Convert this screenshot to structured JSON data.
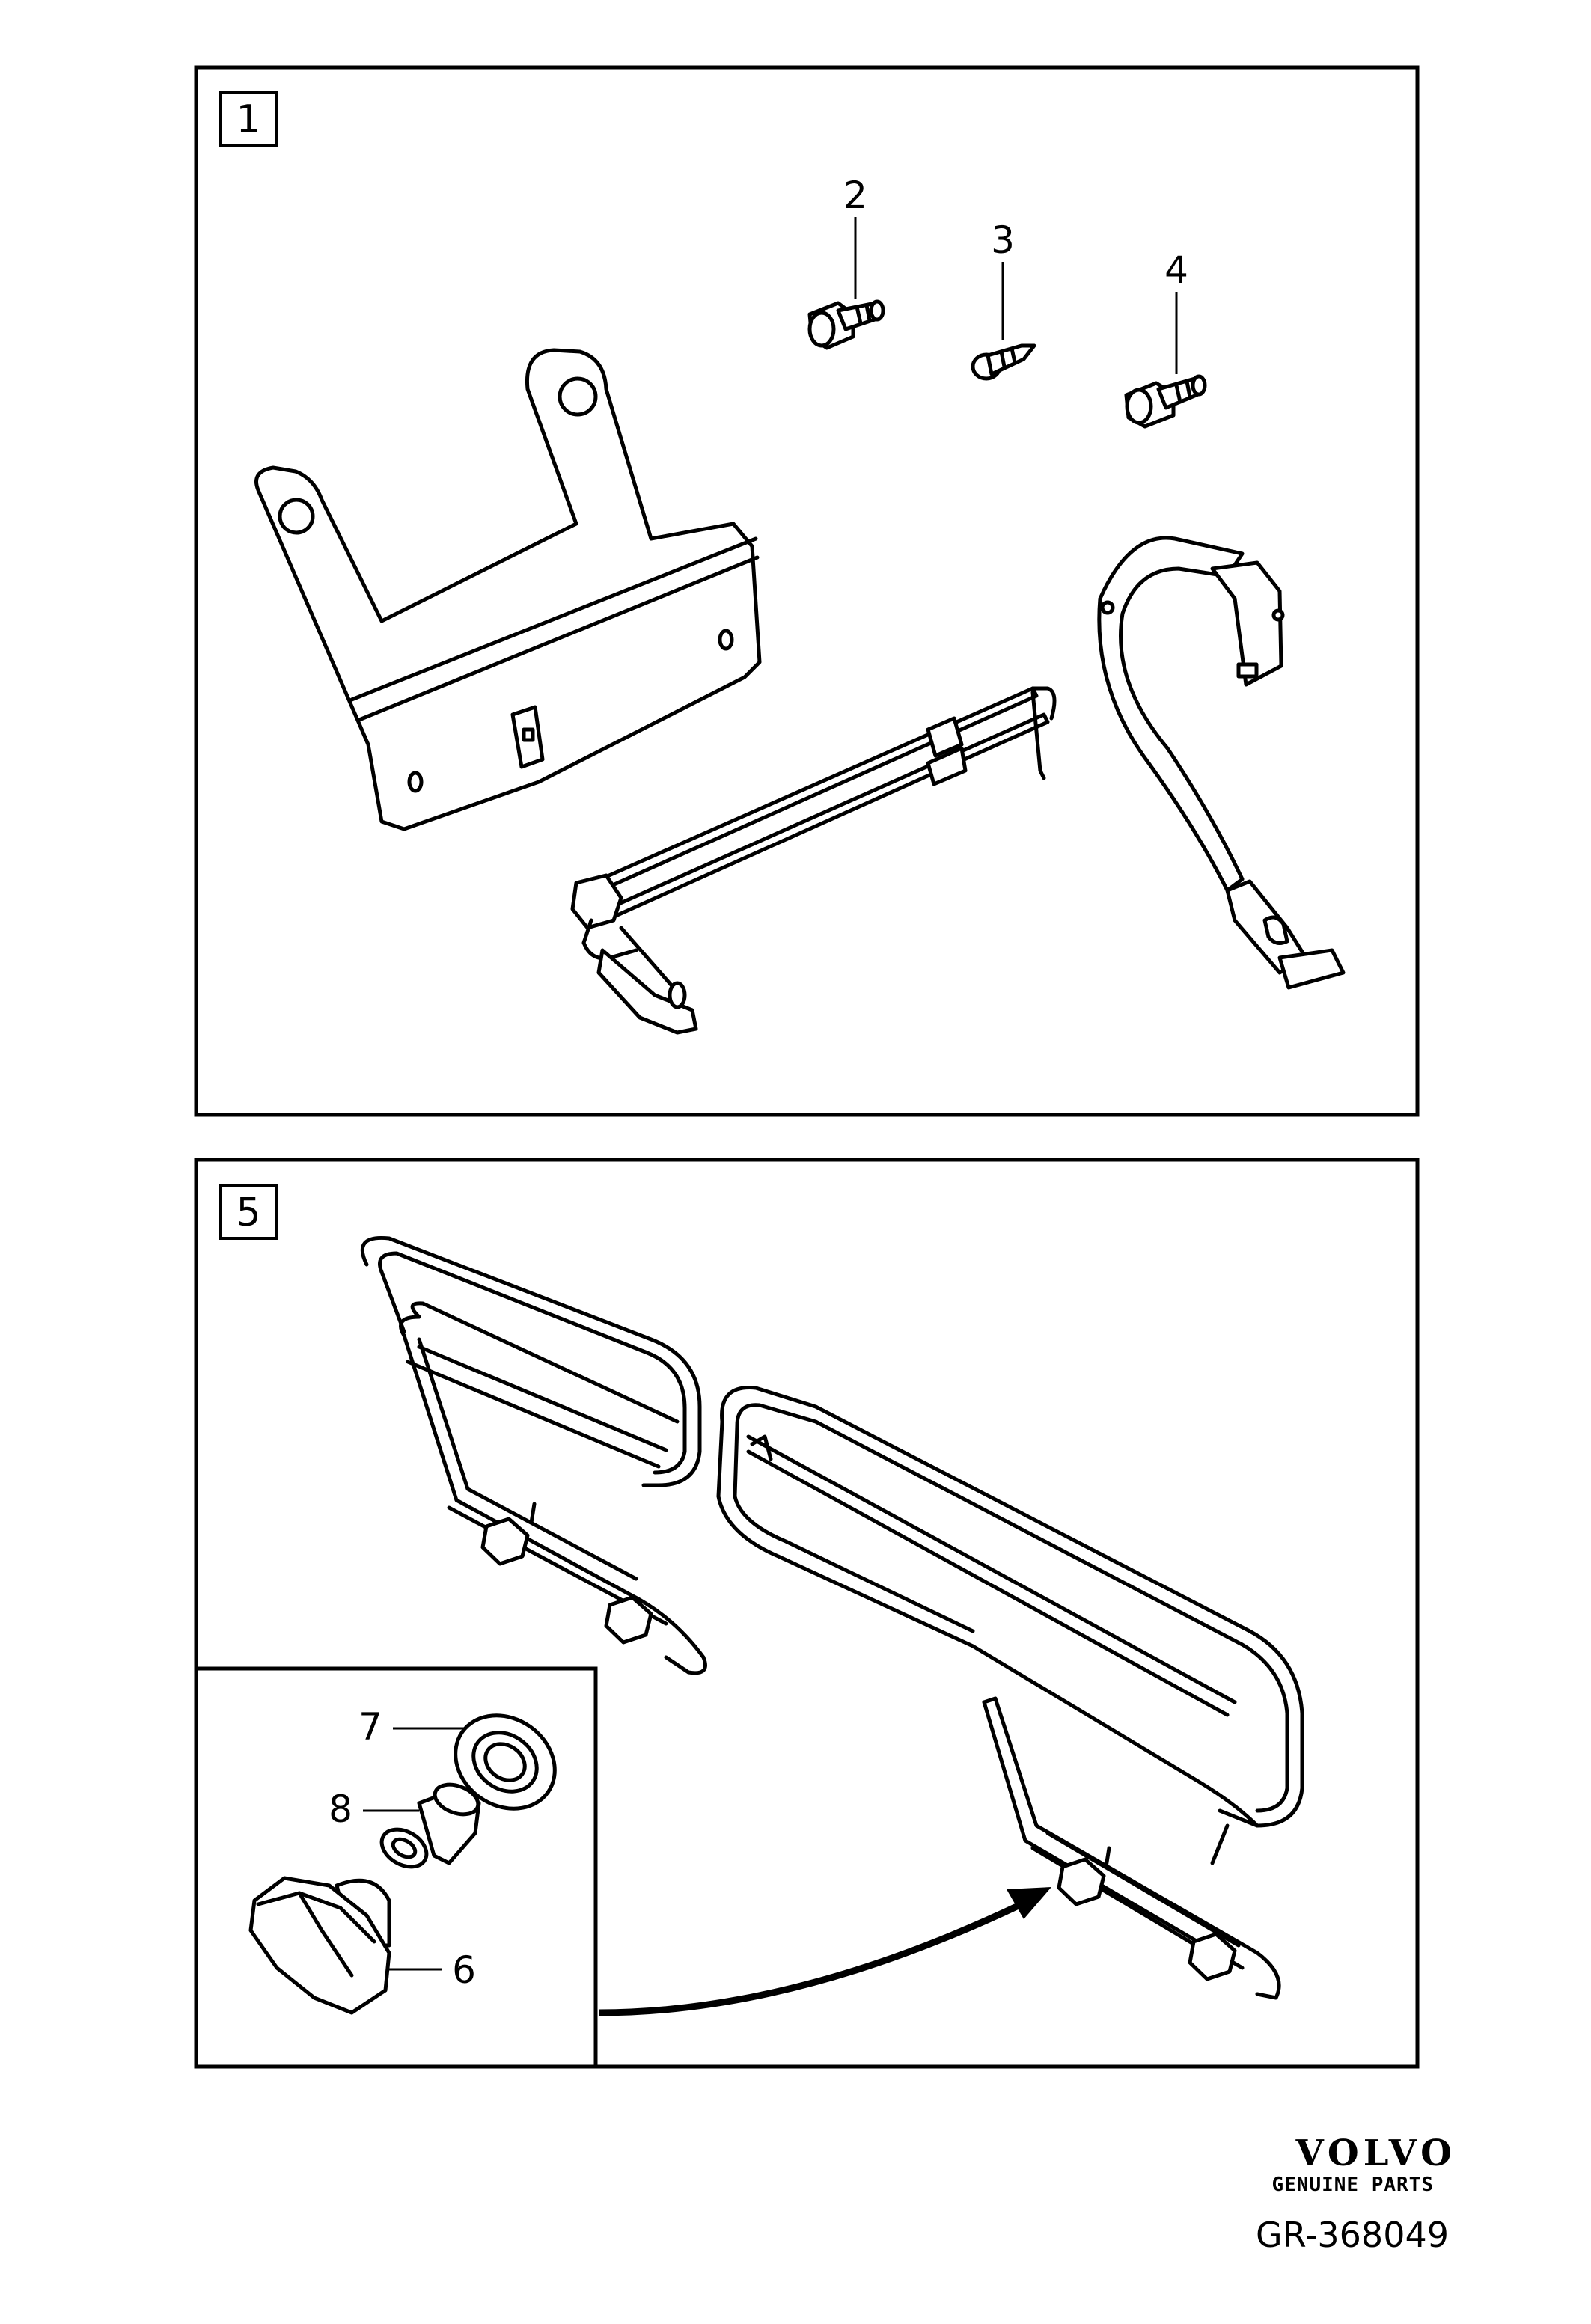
{
  "panels": [
    {
      "label": "1"
    },
    {
      "label": "5"
    }
  ],
  "callouts": {
    "c2": "2",
    "c3": "3",
    "c4": "4",
    "c6": "6",
    "c7": "7",
    "c8": "8"
  },
  "brand": {
    "wordmark": "VOLVO",
    "tagline": "GENUINE PARTS"
  },
  "reference": "GR-368049"
}
